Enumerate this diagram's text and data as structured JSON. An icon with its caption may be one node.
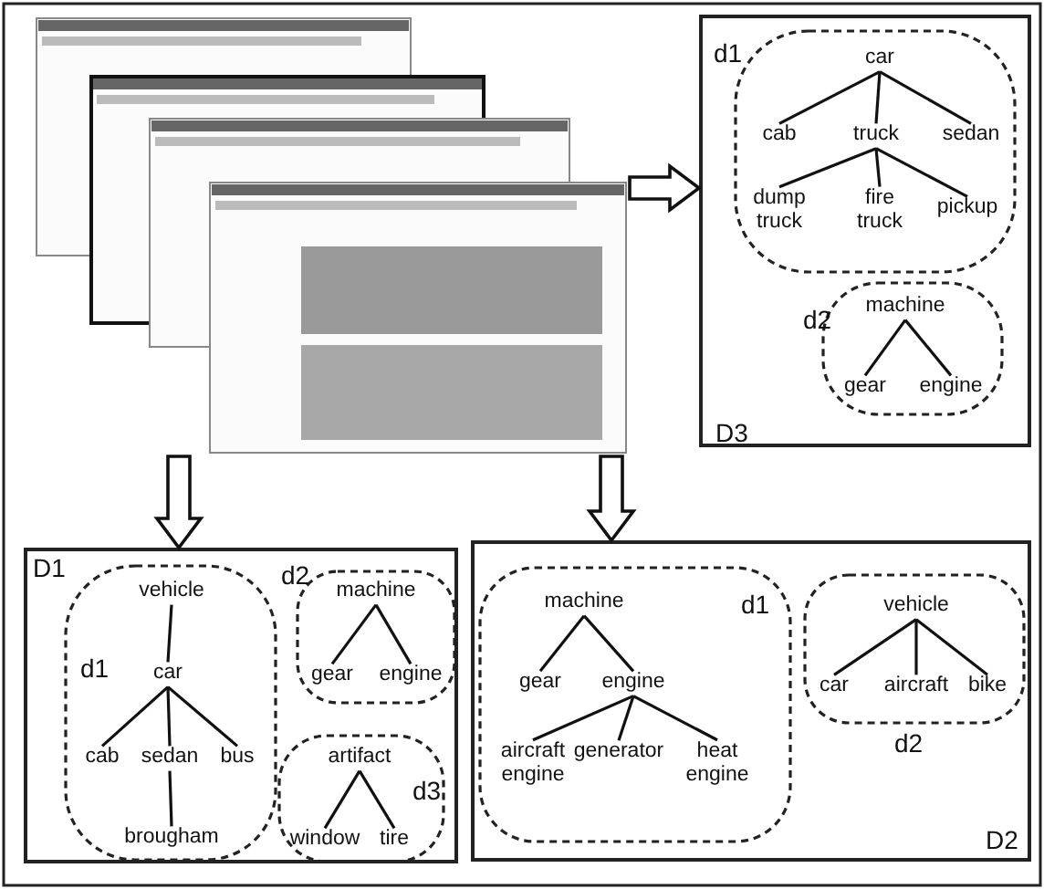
{
  "diagram": {
    "nodes": [
      {
        "text": [],
        "shape": "picture"
      },
      {
        "text": [
          "D3"
        ]
      },
      {
        "text": [
          "d1"
        ],
        "in": 1
      },
      {
        "text": [
          "car"
        ],
        "in": 2
      },
      {
        "text": [
          "cab"
        ],
        "in": 2
      },
      {
        "text": [
          "truck"
        ],
        "in": 2
      },
      {
        "text": [
          "sedan"
        ],
        "in": 2
      },
      {
        "text": [
          "dump truck"
        ],
        "in": 2
      },
      {
        "text": [
          "fire truck"
        ],
        "in": 2
      },
      {
        "text": [
          "pickup"
        ],
        "in": 2
      },
      {
        "text": [
          "d2"
        ],
        "in": 1
      },
      {
        "text": [
          "machine"
        ],
        "in": 10
      },
      {
        "text": [
          "gear"
        ],
        "in": 10
      },
      {
        "text": [
          "engine"
        ],
        "in": 10
      },
      {
        "text": [
          "D1"
        ]
      },
      {
        "text": [
          "d1"
        ],
        "in": 14
      },
      {
        "text": [
          "vehicle"
        ],
        "in": 15
      },
      {
        "text": [
          "car"
        ],
        "in": 15
      },
      {
        "text": [
          "cab"
        ],
        "in": 15
      },
      {
        "text": [
          "sedan"
        ],
        "in": 15
      },
      {
        "text": [
          "bus"
        ],
        "in": 15
      },
      {
        "text": [
          "brougham"
        ],
        "in": 15
      },
      {
        "text": [
          "d2"
        ],
        "in": 14
      },
      {
        "text": [
          "machine"
        ],
        "in": 22
      },
      {
        "text": [
          "gear"
        ],
        "in": 22
      },
      {
        "text": [
          "engine"
        ],
        "in": 22
      },
      {
        "text": [
          "d3"
        ],
        "in": 14
      },
      {
        "text": [
          "artifact"
        ],
        "in": 26
      },
      {
        "text": [
          "window"
        ],
        "in": 26
      },
      {
        "text": [
          "tire"
        ],
        "in": 26
      },
      {
        "text": [
          "D2"
        ]
      },
      {
        "text": [
          "d1"
        ],
        "in": 30
      },
      {
        "text": [
          "machine"
        ],
        "in": 31
      },
      {
        "text": [
          "gear"
        ],
        "in": 31
      },
      {
        "text": [
          "engine"
        ],
        "in": 31
      },
      {
        "text": [
          "aircraft engine"
        ],
        "in": 31
      },
      {
        "text": [
          "generator"
        ],
        "in": 31
      },
      {
        "text": [
          "heat engine"
        ],
        "in": 31
      },
      {
        "text": [
          "d2"
        ],
        "in": 30
      },
      {
        "text": [
          "vehicle"
        ],
        "in": 38
      },
      {
        "text": [
          "car"
        ],
        "in": 38
      },
      {
        "text": [
          "aircraft"
        ],
        "in": 38
      },
      {
        "text": [
          "bike"
        ],
        "in": 38
      }
    ],
    "edges": [
      {
        "from": 0,
        "to": 1,
        "arrow": "to",
        "style": "thick"
      },
      {
        "from": 0,
        "to": 14,
        "arrow": "to",
        "style": "thick"
      },
      {
        "from": 0,
        "to": 30,
        "arrow": "to",
        "style": "thick"
      },
      {
        "from": 3,
        "to": 4,
        "arrow": "none"
      },
      {
        "from": 3,
        "to": 5,
        "arrow": "none"
      },
      {
        "from": 3,
        "to": 6,
        "arrow": "none"
      },
      {
        "from": 5,
        "to": 7,
        "arrow": "none"
      },
      {
        "from": 5,
        "to": 8,
        "arrow": "none"
      },
      {
        "from": 5,
        "to": 9,
        "arrow": "none"
      },
      {
        "from": 11,
        "to": 12,
        "arrow": "none"
      },
      {
        "from": 11,
        "to": 13,
        "arrow": "none"
      },
      {
        "from": 16,
        "to": 17,
        "arrow": "none"
      },
      {
        "from": 17,
        "to": 18,
        "arrow": "none"
      },
      {
        "from": 17,
        "to": 19,
        "arrow": "none"
      },
      {
        "from": 17,
        "to": 20,
        "arrow": "none"
      },
      {
        "from": 19,
        "to": 21,
        "arrow": "none"
      },
      {
        "from": 23,
        "to": 24,
        "arrow": "none"
      },
      {
        "from": 23,
        "to": 25,
        "arrow": "none"
      },
      {
        "from": 27,
        "to": 28,
        "arrow": "none"
      },
      {
        "from": 27,
        "to": 29,
        "arrow": "none"
      },
      {
        "from": 32,
        "to": 33,
        "arrow": "none"
      },
      {
        "from": 32,
        "to": 34,
        "arrow": "none"
      },
      {
        "from": 34,
        "to": 35,
        "arrow": "none"
      },
      {
        "from": 34,
        "to": 36,
        "arrow": "none"
      },
      {
        "from": 34,
        "to": 37,
        "arrow": "none"
      },
      {
        "from": 39,
        "to": 40,
        "arrow": "none"
      },
      {
        "from": 39,
        "to": 41,
        "arrow": "none"
      },
      {
        "from": 39,
        "to": 42,
        "arrow": "none"
      }
    ]
  }
}
